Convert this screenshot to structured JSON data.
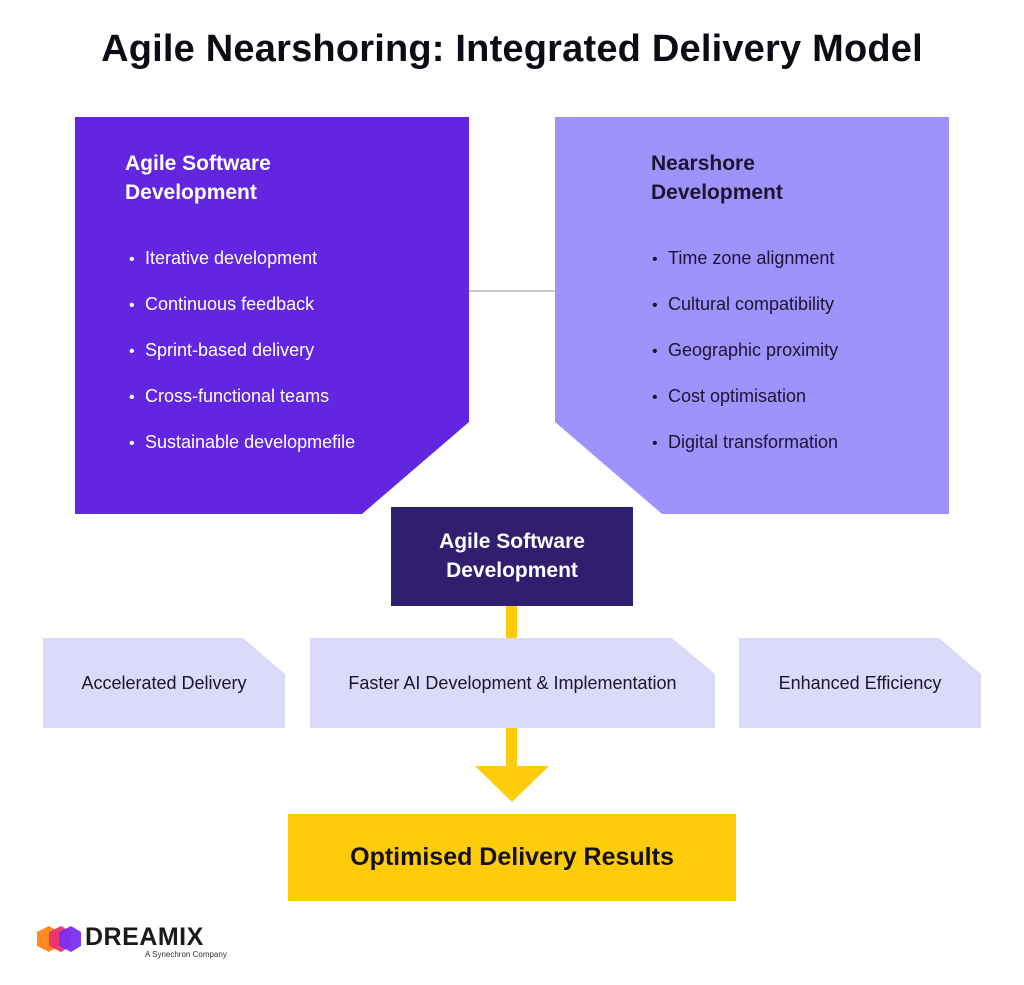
{
  "title": "Agile Nearshoring: Integrated Delivery Model",
  "left_panel": {
    "title_line1": "Agile Software",
    "title_line2": "Development",
    "items": [
      "Iterative development",
      "Continuous feedback",
      "Sprint-based delivery",
      "Cross-functional teams",
      "Sustainable developmefile"
    ]
  },
  "right_panel": {
    "title_line1": "Nearshore",
    "title_line2": "Development",
    "items": [
      "Time zone alignment",
      "Cultural compatibility",
      "Geographic proximity",
      "Cost optimisation",
      "Digital transformation"
    ]
  },
  "center_box": {
    "line1": "Agile Software",
    "line2": "Development"
  },
  "benefits": [
    "Accelerated Delivery",
    "Faster AI Development & Implementation",
    "Enhanced Efficiency"
  ],
  "result": "Optimised Delivery Results",
  "logo": {
    "wordmark": "DREAMIX",
    "tagline": "A Synechron Company"
  },
  "bullet_glyph": "•",
  "colors": {
    "agile_panel": "#6226e0",
    "nearshore_panel": "#a092fb",
    "center_box": "#2f1f6e",
    "benefit_box": "#dcdaf9",
    "result_box": "#ffcc0a",
    "arrow": "#ffcc0a"
  }
}
